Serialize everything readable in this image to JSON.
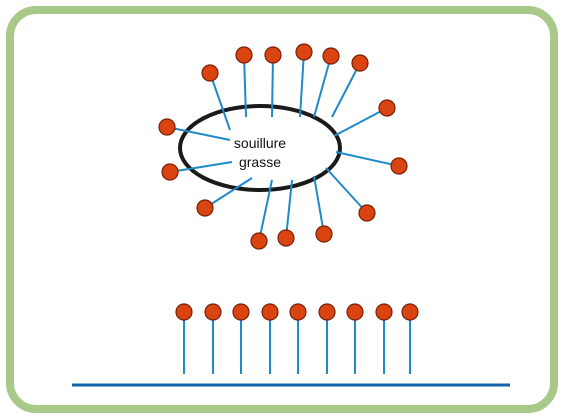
{
  "colors": {
    "frame": "#a9c98a",
    "background": "#ffffff",
    "tail": "#1f8ac9",
    "head": "#d94410",
    "head_outline": "#7a1f05",
    "droplet_outline": "#1a1a1a",
    "surface": "#1264a8"
  },
  "droplet": {
    "label_line1": "souillure",
    "label_line2": "grasse"
  },
  "icons": {
    "molecule_head": "circle",
    "molecule_tail": "line"
  }
}
